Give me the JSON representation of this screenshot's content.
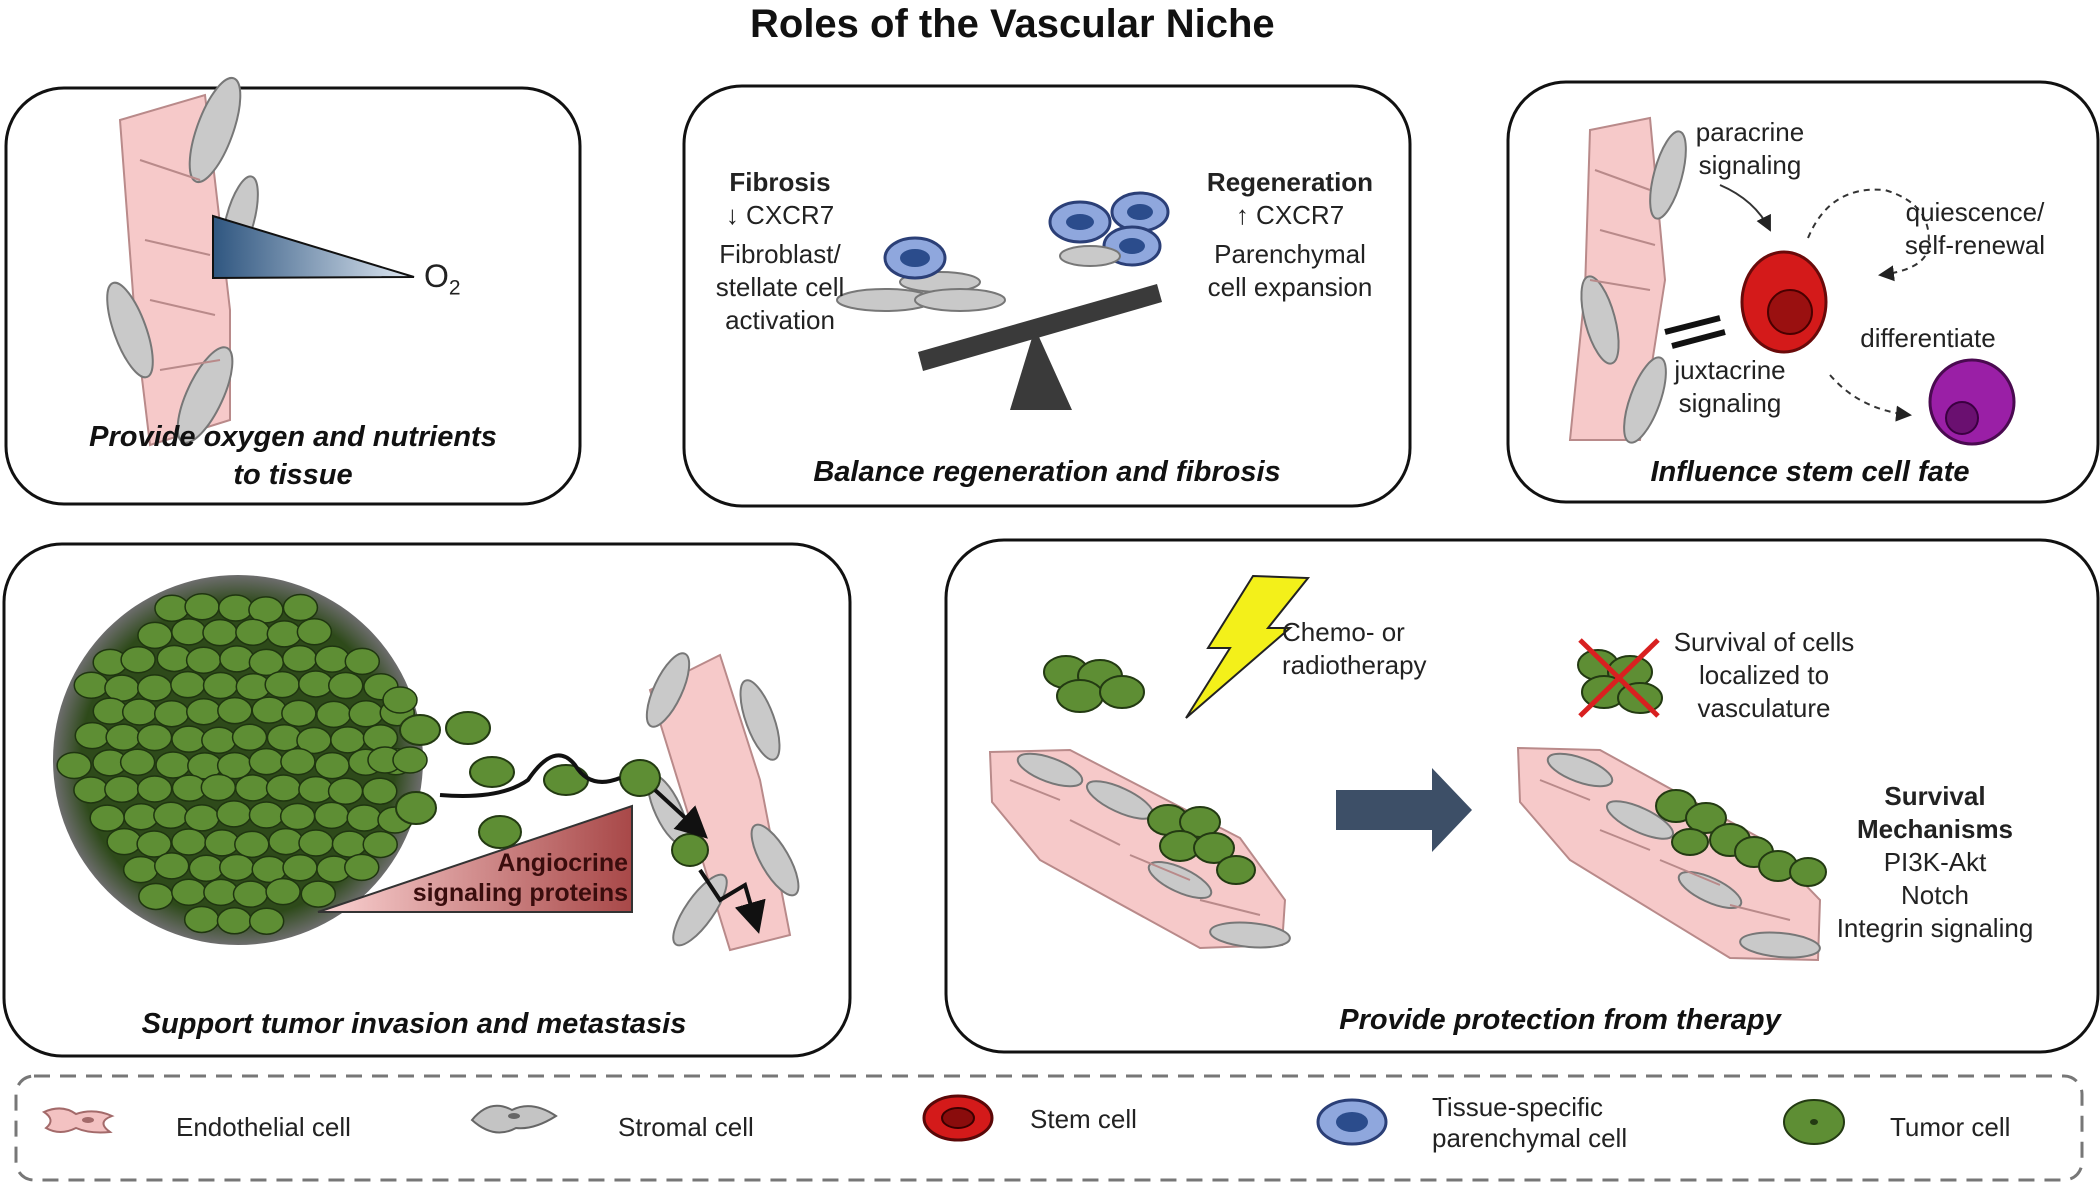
{
  "title": "Roles of the Vascular Niche",
  "panels": {
    "oxygen": {
      "caption": [
        "Provide oxygen and nutrients",
        "to tissue"
      ],
      "o2_label": "O",
      "o2_sub": "2"
    },
    "balance": {
      "caption": "Balance regeneration and fibrosis",
      "fibrosis_title": "Fibrosis",
      "fibrosis_marker": "↓ CXCR7",
      "fibrosis_desc": [
        "Fibroblast/",
        "stellate cell",
        "activation"
      ],
      "regen_title": "Regeneration",
      "regen_marker": "↑ CXCR7",
      "regen_desc": [
        "Parenchymal",
        "cell expansion"
      ]
    },
    "stemcell": {
      "caption": "Influence stem cell fate",
      "paracrine": [
        "paracrine",
        "signaling"
      ],
      "quiescence": [
        "quiescence/",
        "self-renewal"
      ],
      "juxtacrine": [
        "juxtacrine",
        "signaling"
      ],
      "differentiate": "differentiate"
    },
    "tumor": {
      "caption": "Support tumor invasion and metastasis",
      "angiocrine": [
        "Angiocrine",
        "signaling proteins"
      ]
    },
    "therapy": {
      "caption": "Provide protection from therapy",
      "chemo": [
        "Chemo- or",
        "radiotherapy"
      ],
      "survival": [
        "Survival of cells",
        "localized to",
        "vasculature"
      ],
      "mechanisms_title": [
        "Survival",
        "Mechanisms"
      ],
      "mechanisms": [
        "PI3K-Akt",
        "Notch",
        "Integrin signaling"
      ]
    }
  },
  "legend": {
    "items": [
      {
        "icon": "endothelial-cell-icon",
        "label": [
          "Endothelial cell"
        ]
      },
      {
        "icon": "stromal-cell-icon",
        "label": [
          "Stromal cell"
        ]
      },
      {
        "icon": "stem-cell-icon",
        "label": [
          "Stem cell"
        ]
      },
      {
        "icon": "parenchymal-cell-icon",
        "label": [
          "Tissue-specific",
          "parenchymal cell"
        ]
      },
      {
        "icon": "tumor-cell-icon",
        "label": [
          "Tumor cell"
        ]
      }
    ]
  },
  "colors": {
    "endothelial": "#f3c2c2",
    "stromal": "#c4c4c4",
    "stem": "#d41a1a",
    "parenchymal": "#8fa7dd",
    "tumor": "#5e8e34",
    "differentiated": "#9a1fa6",
    "arrow": "#3d4f67"
  }
}
